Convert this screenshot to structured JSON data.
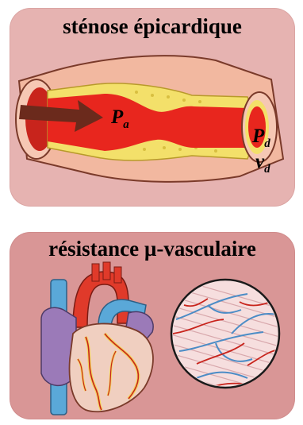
{
  "panels": {
    "top": {
      "title": "sténose épicardique",
      "label_pa_main": "P",
      "label_pa_sub": "a",
      "label_pd_main": "P",
      "label_pd_sub": "d",
      "label_vd_main": "v",
      "label_vd_sub": "d"
    },
    "bottom": {
      "title": "résistance µ-vasculaire"
    }
  },
  "colors": {
    "panel_top_bg": "#e6b3b1",
    "panel_bottom_bg": "#d99696",
    "vessel_wall": "#f2b8a0",
    "plaque": "#f3e06a",
    "blood": "#e8261e",
    "arrow": "#6b2a1c",
    "vein_blue": "#5aa8d8",
    "heart_red": "#e03a2a",
    "myocardium": "#f0cfc0"
  },
  "icons": [
    "flow-arrow-icon",
    "artery-stenosis-icon",
    "heart-icon",
    "microvasculature-circle-icon"
  ]
}
